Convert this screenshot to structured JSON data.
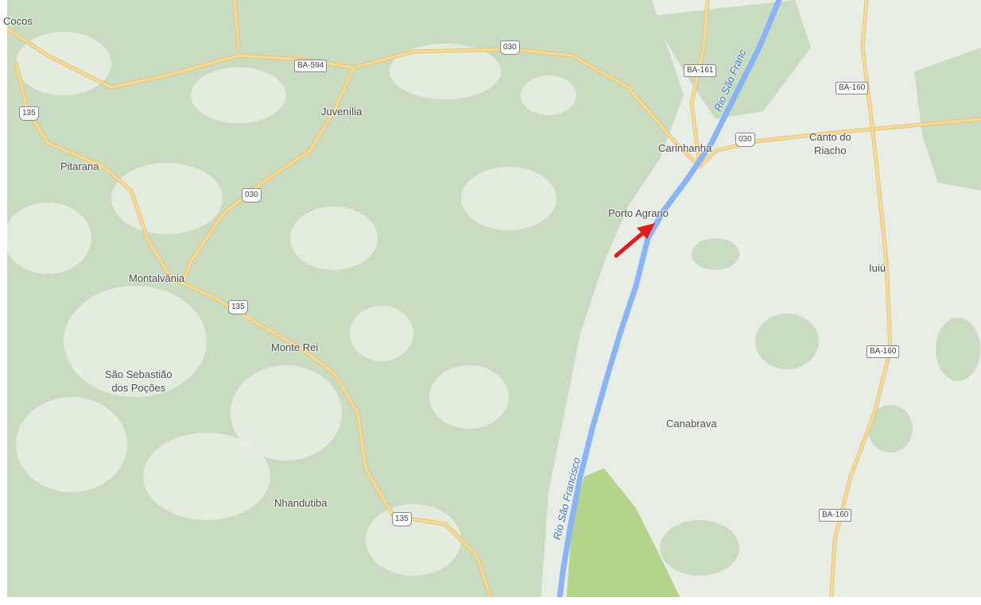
{
  "colors": {
    "land": "#e7ede4",
    "forest": "#c9dcc1",
    "park": "#b4d48c",
    "river": "#8ab4f8",
    "road": "#f5da9a",
    "road_edge": "#e8c478",
    "marker": "#e21a1a",
    "frame": "#ffffff"
  },
  "places": {
    "cocos": "Cocos",
    "juvenilia": "Juvenília",
    "pitarana": "Pitarana",
    "carinhanha": "Carinhanha",
    "canto_do_riacho_line1": "Canto do",
    "canto_do_riacho_line2": "Riacho",
    "porto_agrario": "Porto Agrario",
    "montalvania": "Montalvânia",
    "iuiu": "Iuiú",
    "monte_rei": "Monte Rei",
    "sao_sebastiao_line1": "São Sebastião",
    "sao_sebastiao_line2": "dos Poções",
    "canabrava": "Canabrava",
    "nhandutiba": "Nhandutiba"
  },
  "roads": {
    "ba594": "BA-594",
    "r030_top": "030",
    "ba161": "BA-161",
    "ba160_top": "BA-160",
    "r135_left": "135",
    "r030_carinhanha": "030",
    "r030_mid": "030",
    "r135_mid": "135",
    "ba160_mid": "BA-160",
    "ba160_bottom": "BA-160",
    "r135_bottom": "135"
  },
  "rivers": {
    "sao_francisco_top": "Rio São Franc",
    "sao_francisco_bottom": "Rio São Francisco"
  },
  "marker": {
    "type": "arrow",
    "icon": "red-arrow-icon",
    "target": "Porto Agrario"
  }
}
